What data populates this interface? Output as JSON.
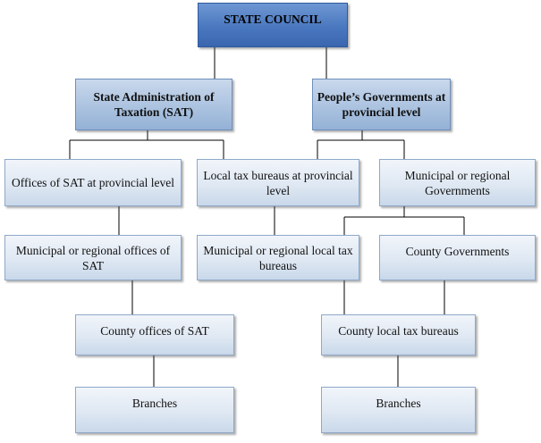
{
  "nodes": {
    "state_council": "STATE COUNCIL",
    "sat": "State Administration of Taxation (SAT)",
    "peoples_governments": "People’s Governments at provincial level",
    "offices_sat_provincial": "Offices of SAT at provincial level",
    "local_tax_bureaus_provincial": "Local tax bureaus at provincial level",
    "municipal_regional_governments": "Municipal or regional Governments",
    "municipal_regional_offices_sat": "Municipal or regional offices of SAT",
    "municipal_regional_local_tax_bureaus": "Municipal or regional local tax bureaus",
    "county_governments": "County Governments",
    "county_offices_sat": "County offices of SAT",
    "county_local_tax_bureaus": "County local tax bureaus",
    "branches_left": "Branches",
    "branches_right": "Branches"
  },
  "colors": {
    "top_fill": "#4a78c0",
    "mid_fill": "#a9c1df",
    "box_fill": "#dfe8f3",
    "border": "#8ea9c9",
    "line": "#000000"
  }
}
